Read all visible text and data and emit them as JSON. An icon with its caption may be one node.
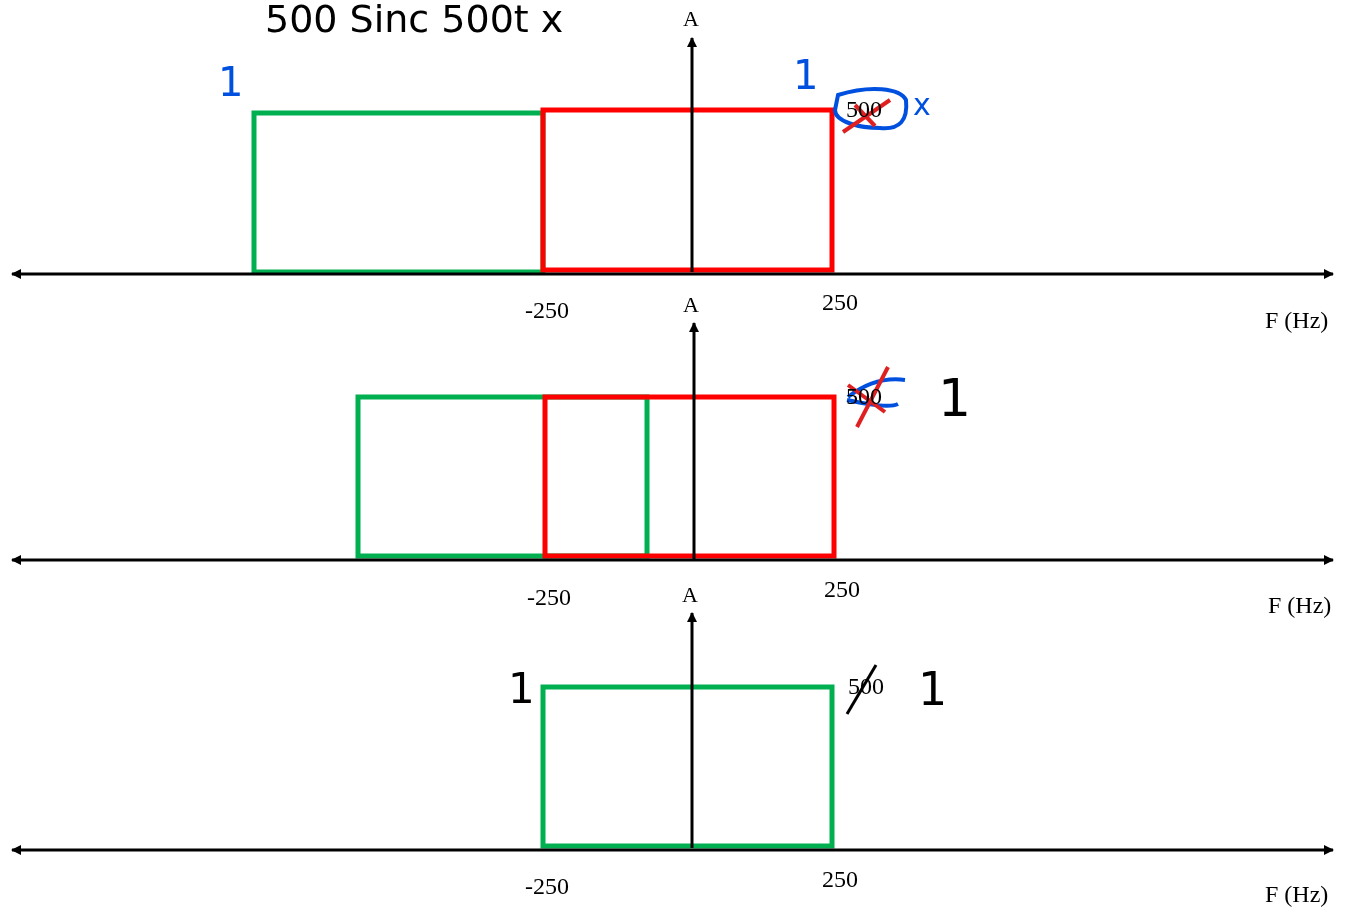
{
  "diagram": {
    "labels": [
      "500 Sinc 500t x",
      "A",
      "1",
      "1",
      "500",
      "x",
      "-250",
      "250",
      "F (Hz)",
      "A",
      "500",
      "1",
      "-250",
      "250",
      "F (Hz)",
      "A",
      "1",
      "500",
      "1",
      "-250",
      "250",
      "F (Hz)"
    ]
  }
}
